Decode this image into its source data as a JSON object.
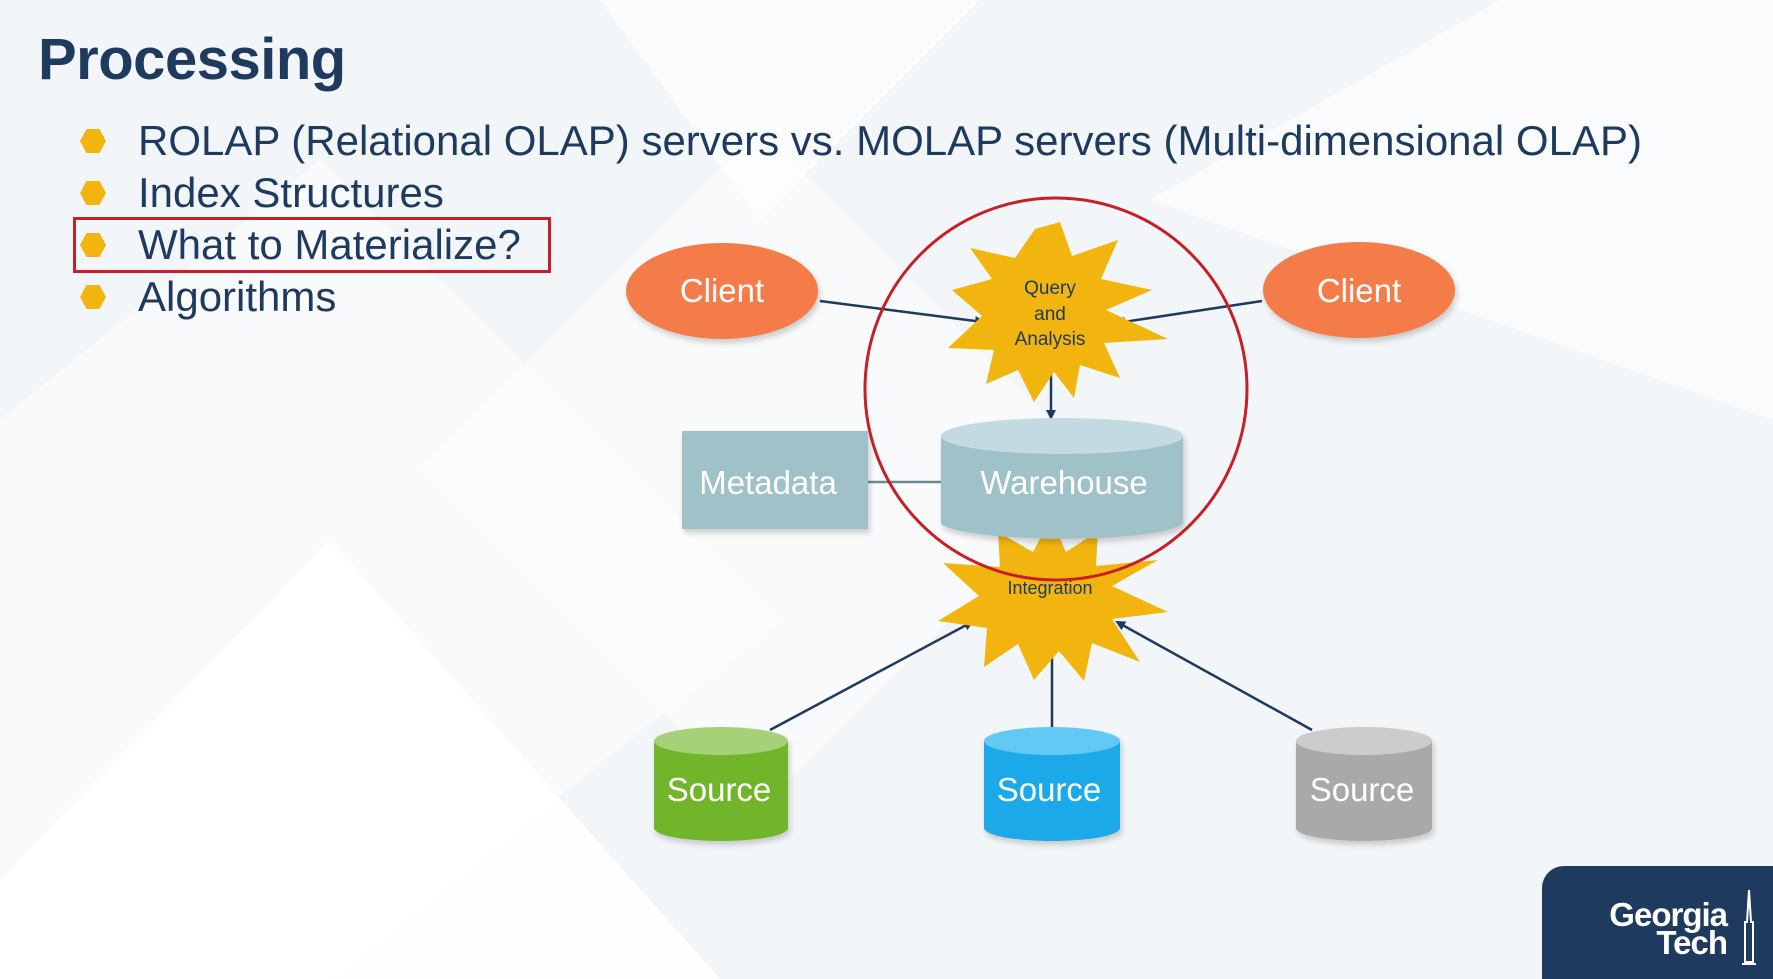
{
  "slide": {
    "title": "Processing",
    "bullets": [
      "ROLAP (Relational OLAP) servers vs. MOLAP servers (Multi-dimensional OLAP)",
      "Index Structures",
      "What to Materialize?",
      "Algorithms"
    ],
    "highlighted_bullet": "What to Materialize?"
  },
  "diagram": {
    "client_left": "Client",
    "client_right": "Client",
    "query_line1": "Query",
    "query_line2": "and",
    "query_line3": "Analysis",
    "metadata": "Metadata",
    "warehouse": "Warehouse",
    "integration": "Integration",
    "source_green": "Source",
    "source_blue": "Source",
    "source_gray": "Source"
  },
  "colors": {
    "title": "#1f3a5f",
    "bullet": "#f2b50f",
    "client": "#f47c4a",
    "starburst": "#f2b50f",
    "warehouse": "#9fc2c9",
    "metadata": "#9fc2c9",
    "source_green": "#6fb52c",
    "source_blue": "#1aa9ea",
    "source_gray": "#a9a9a9",
    "highlight": "#c81e26",
    "arrow": "#1f3a5f"
  },
  "logo": {
    "line1": "Georgia",
    "line2": "Tech"
  }
}
